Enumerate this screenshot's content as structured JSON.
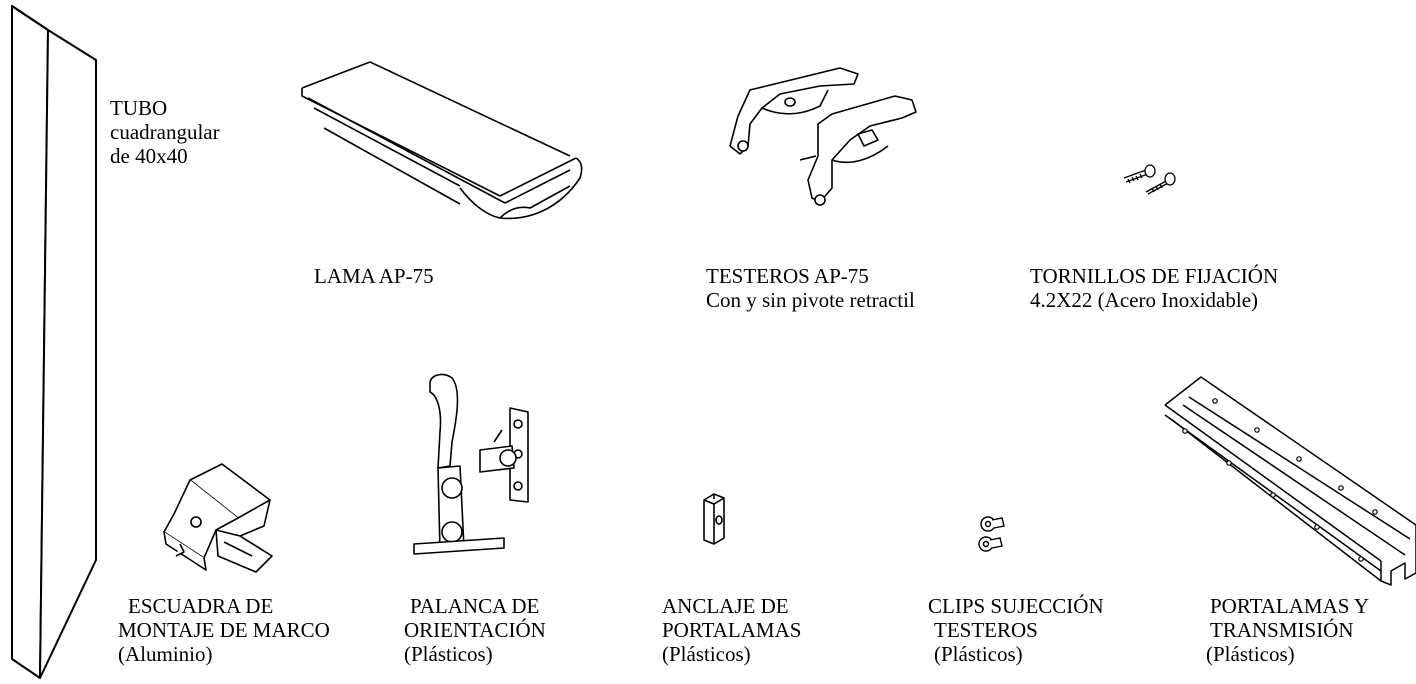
{
  "tube": {
    "lines": [
      "TUBO",
      "cuadrangular",
      "de 40x40"
    ]
  },
  "parts": {
    "lama": {
      "lines": [
        "LAMA AP-75"
      ]
    },
    "testeros": {
      "lines": [
        "TESTEROS AP-75",
        "Con y sin pivote retractil"
      ]
    },
    "tornillos": {
      "lines": [
        "TORNILLOS DE FIJACIÓN",
        "4.2X22 (Acero Inoxidable)"
      ]
    },
    "escuadra": {
      "lines": [
        "ESCUADRA DE",
        "MONTAJE DE MARCO",
        "(Aluminio)"
      ]
    },
    "palanca": {
      "lines": [
        "PALANCA DE",
        "ORIENTACIÓN",
        "(Plásticos)"
      ]
    },
    "anclaje": {
      "lines": [
        "ANCLAJE DE",
        "PORTALAMAS",
        "(Plásticos)"
      ]
    },
    "clips": {
      "lines": [
        "CLIPS SUJECCIÓN",
        "TESTEROS",
        "(Plásticos)"
      ]
    },
    "portalamas": {
      "lines": [
        "PORTALAMAS Y",
        "TRANSMISIÓN",
        "(Plásticos)"
      ]
    }
  },
  "illustrations": [
    "square-tube-icon",
    "slat-icon",
    "end-caps-icon",
    "screws-icon",
    "frame-bracket-icon",
    "orientation-lever-icon",
    "anchor-icon",
    "clips-icon",
    "slat-carrier-rail-icon"
  ]
}
